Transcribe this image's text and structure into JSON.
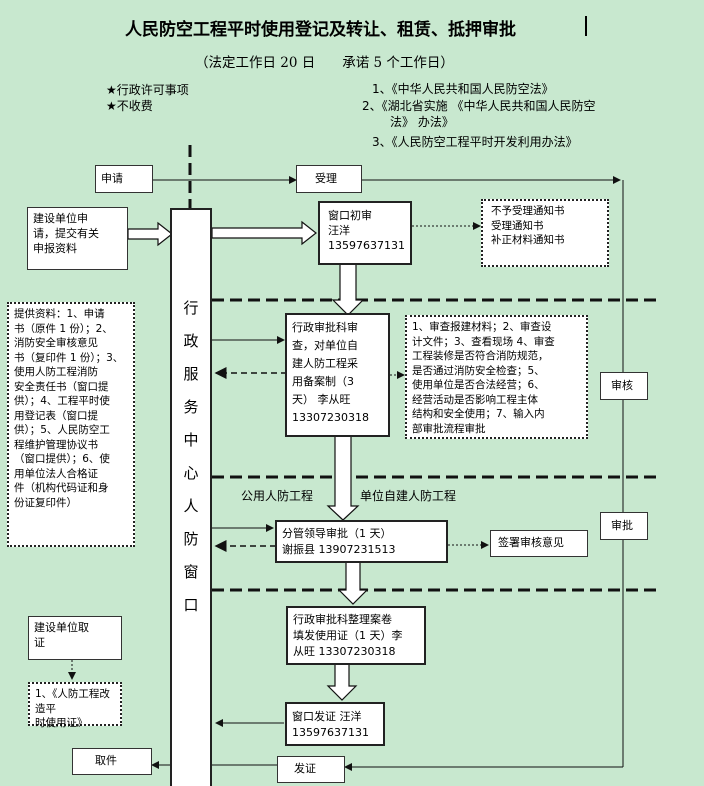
{
  "title": "人民防空工程平时使用登记及转让、租赁、抵押审批",
  "subtitle": "（法定工作日 20 日　　承诺 5 个工作日）",
  "notes": {
    "left": [
      "★行政许可事项",
      "★不收费"
    ],
    "laws": [
      "1、《中华人民共和国人民防空法》",
      "2、《湖北省实施 《中华人民共和国人民防空",
      "法》 办法》",
      "3、《人民防空工程平时开发利用办法》"
    ]
  },
  "boxes": {
    "apply": "申请",
    "accept": "受理",
    "unit_submit": "建设单位申\n请，提交有关\n申报资料",
    "materials": "提供资料：1、申请\n书（原件 1 份）；2、\n消防安全审核意见\n书（复印件 1 份）；3、\n使用人防工程消防\n安全责任书（窗口提\n供）；4、工程平时使\n用登记表（窗口提\n供）；5、人民防空工\n程维护管理协议书\n（窗口提供）；6、使\n用单位法人合格证\n件（机构代码证和身\n份证复印件）",
    "center": [
      "行",
      "政",
      "服",
      "务",
      "中",
      "心",
      "人",
      "防",
      "窗",
      "口"
    ],
    "window_first": "窗口初审\n汪洋\n13597637131",
    "notices": "不予受理通知书\n受理通知书\n补正材料通知书",
    "admin_review": "行政审批科审\n查，对单位自\n建人防工程采\n用备案制（3\n天） 李从旺\n13307230318",
    "review_items": "1、审查报建材料；2、审查设\n计文件；3、查看现场 4、审查\n工程装修是否符合消防规范，\n是否通过消防安全检查；5、\n使用单位是否合法经营；6、\n经营活动是否影响工程主体\n结构和安全使用；7、输入内\n部审批流程审批",
    "leader_approval": "分管领导审批（1 天）\n谢振县 13907231513",
    "sign_opinion": "签署审核意见",
    "archive_issue": "行政审批科整理案卷\n填发使用证（1 天）李\n从旺 13307230318",
    "window_issue": "窗口发证 汪洋\n13597637131",
    "unit_pickup": "建设单位取\n证",
    "certificate": "1、《人防工程改造平\n时使用证》",
    "pickup": "取件",
    "issue": "发证",
    "audit": "审核",
    "approval": "审批"
  },
  "labels": {
    "public": "公用人防工程",
    "self_built": "单位自建人防工程"
  }
}
